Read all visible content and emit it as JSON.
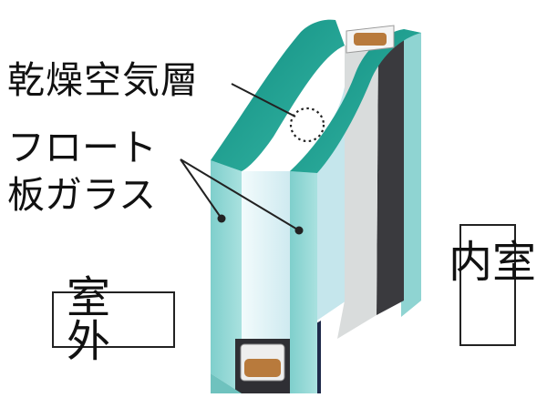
{
  "labels": {
    "air_layer": "乾燥空気層",
    "float_glass_line1": "フロート",
    "float_glass_line2": "板ガラス",
    "outdoor": "室外",
    "indoor": "室内"
  },
  "colors": {
    "glass_face": "#8fd4d2",
    "glass_top": "#1a9a8c",
    "air_layer": "#dff3f6",
    "spacer_dark": "#3a3a3e",
    "frame_navy": "#1f2a4a",
    "desiccant": "#b87a3c"
  },
  "icons": {
    "air_marker": "dotted-circle"
  }
}
